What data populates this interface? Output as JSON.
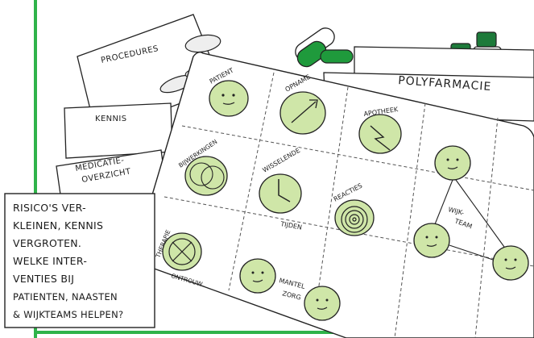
{
  "documents": {
    "procedures": "PROCEDURES",
    "kennis": "KENNIS",
    "medicatie_line1": "MEDICATIE-",
    "medicatie_line2": "OVERZICHT",
    "polyfarmacie": "POLYFARMACIE"
  },
  "blister_cells": {
    "patient": "PATIENT",
    "opname": "OPNAME",
    "apotheek": "APOTHEEK",
    "bijwerkingen": "BIJWERKINGEN",
    "wisselende": "WISSELENDE",
    "tijden": "TIJDEN",
    "reacties": "REACTIES",
    "wijkteam_line1": "WIJK-",
    "wijkteam_line2": "TEAM",
    "therapie": "THERAPIE",
    "ontrouw": "ONTROUW",
    "mantel": "MANTEL",
    "zorg": "ZORG"
  },
  "note_box": {
    "lines": [
      "RISICO'S VER-",
      "KLEINEN, KENNIS",
      "VERGROTEN.",
      "WELKE INTER-",
      "VENTIES BIJ",
      "PATIENTEN, NAASTEN",
      "& WIJKTEAMS HELPEN?"
    ]
  },
  "colors": {
    "frame_green": "#2fb34a",
    "pill_green": "#cfe6a8",
    "capsule_green": "#1f9a3c",
    "bottle_cap": "#1d7a3a",
    "paper": "#ffffff",
    "ink": "#222222",
    "shadow": "#d9d9d9"
  }
}
